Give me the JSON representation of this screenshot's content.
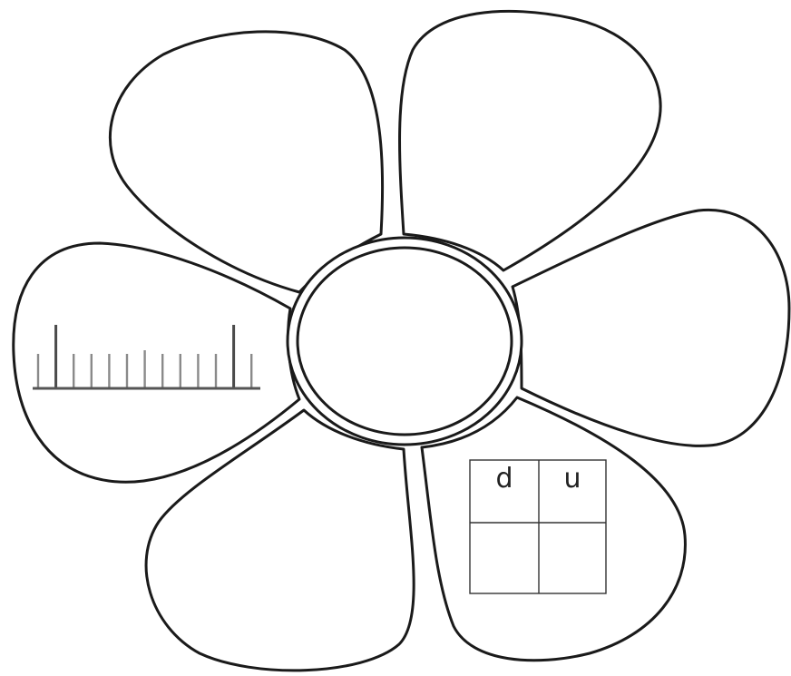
{
  "colors": {
    "outline": "#1a1a1a",
    "ruler_ticks": "#8a8a8a",
    "ruler_long_ticks": "#4a4a4a",
    "background": "#ffffff"
  },
  "number_line": {
    "tick_count": 13,
    "long_tick_positions": [
      1,
      11
    ]
  },
  "place_value_table": {
    "headers": [
      "d",
      "u"
    ],
    "empty_rows": 1
  }
}
